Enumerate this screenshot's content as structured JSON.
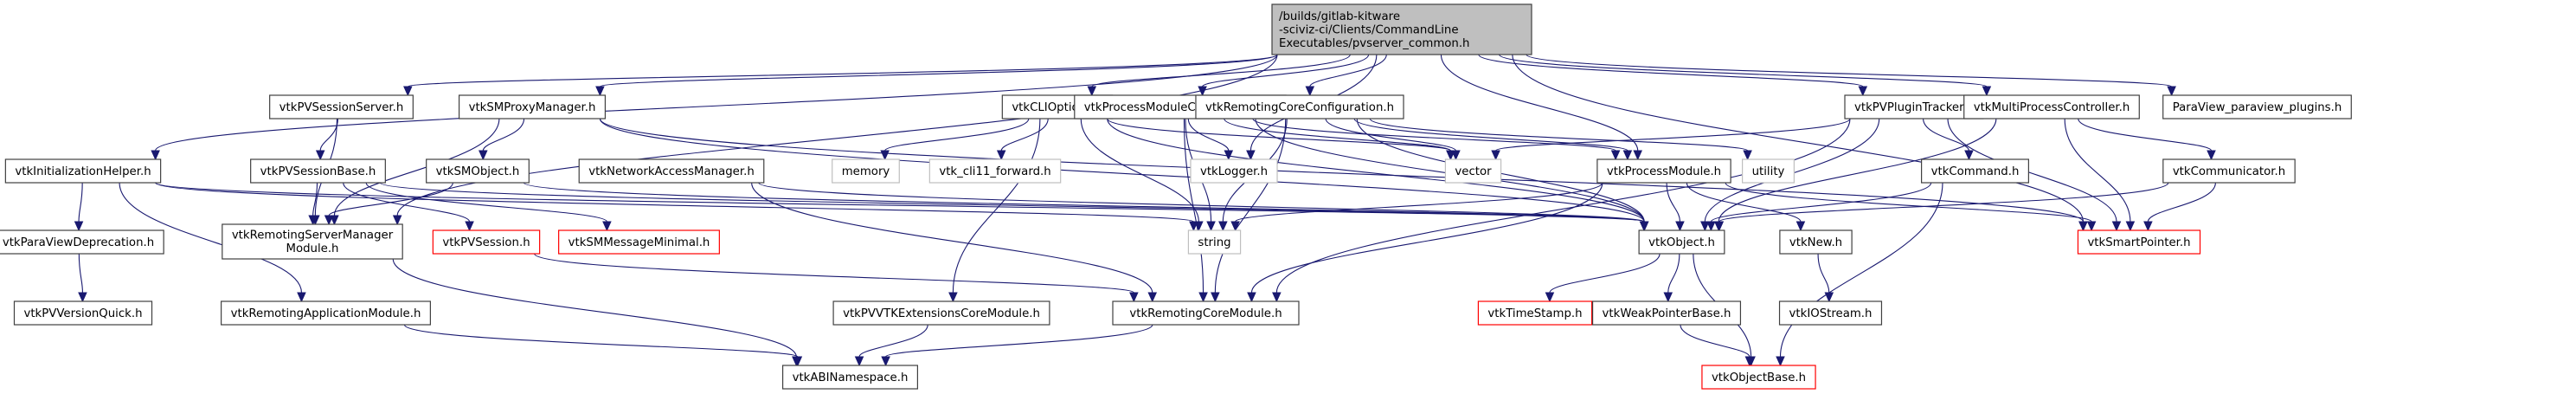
{
  "diagram": {
    "type": "include-dependency-graph",
    "root": "root",
    "styles": {
      "root": {
        "fill": "#bfbfbf",
        "stroke": "#404040"
      },
      "normal": {
        "fill": "#ffffff",
        "stroke": "#404040"
      },
      "truncated": {
        "fill": "#ffffff",
        "stroke": "#ff0000"
      },
      "external": {
        "fill": "#ffffff",
        "stroke": "#bfbfbf"
      },
      "edge_color": "#191970"
    },
    "nodes": [
      {
        "id": "root",
        "lines": [
          "/builds/gitlab-kitware",
          "-sciviz-ci/Clients/CommandLine",
          "Executables/pvserver_common.h"
        ],
        "kind": "root"
      },
      {
        "id": "vtkInitializationHelper",
        "lines": [
          "vtkInitializationHelper.h"
        ],
        "kind": "normal"
      },
      {
        "id": "vtkPVSessionServer",
        "lines": [
          "vtkPVSessionServer.h"
        ],
        "kind": "normal"
      },
      {
        "id": "vtkSMProxyManager",
        "lines": [
          "vtkSMProxyManager.h"
        ],
        "kind": "normal"
      },
      {
        "id": "vtkCLIOptions",
        "lines": [
          "vtkCLIOptions.h"
        ],
        "kind": "normal"
      },
      {
        "id": "vtkProcessModuleConfiguration",
        "lines": [
          "vtkProcessModuleConfiguration.h"
        ],
        "kind": "normal"
      },
      {
        "id": "vtkRemotingCoreConfiguration",
        "lines": [
          "vtkRemotingCoreConfiguration.h"
        ],
        "kind": "normal"
      },
      {
        "id": "vtkPVPluginTracker",
        "lines": [
          "vtkPVPluginTracker.h"
        ],
        "kind": "normal"
      },
      {
        "id": "vtkMultiProcessController",
        "lines": [
          "vtkMultiProcessController.h"
        ],
        "kind": "normal"
      },
      {
        "id": "ParaView_paraview_plugins",
        "lines": [
          "ParaView_paraview_plugins.h"
        ],
        "kind": "normal"
      },
      {
        "id": "vtkPVSessionBase",
        "lines": [
          "vtkPVSessionBase.h"
        ],
        "kind": "normal"
      },
      {
        "id": "vtkSMObject",
        "lines": [
          "vtkSMObject.h"
        ],
        "kind": "normal"
      },
      {
        "id": "vtkNetworkAccessManager",
        "lines": [
          "vtkNetworkAccessManager.h"
        ],
        "kind": "normal"
      },
      {
        "id": "memory",
        "lines": [
          "memory"
        ],
        "kind": "external"
      },
      {
        "id": "vtk_cli11_forward",
        "lines": [
          "vtk_cli11_forward.h"
        ],
        "kind": "external"
      },
      {
        "id": "vtkLogger",
        "lines": [
          "vtkLogger.h"
        ],
        "kind": "external"
      },
      {
        "id": "vector",
        "lines": [
          "vector"
        ],
        "kind": "external"
      },
      {
        "id": "vtkProcessModule",
        "lines": [
          "vtkProcessModule.h"
        ],
        "kind": "normal"
      },
      {
        "id": "utility",
        "lines": [
          "utility"
        ],
        "kind": "external"
      },
      {
        "id": "vtkCommand",
        "lines": [
          "vtkCommand.h"
        ],
        "kind": "normal"
      },
      {
        "id": "vtkCommunicator",
        "lines": [
          "vtkCommunicator.h"
        ],
        "kind": "normal"
      },
      {
        "id": "vtkParaViewDeprecation",
        "lines": [
          "vtkParaViewDeprecation.h"
        ],
        "kind": "normal"
      },
      {
        "id": "vtkRemotingServerManagerModule",
        "lines": [
          "vtkRemotingServerManager",
          "Module.h"
        ],
        "kind": "normal"
      },
      {
        "id": "vtkPVSession",
        "lines": [
          "vtkPVSession.h"
        ],
        "kind": "truncated"
      },
      {
        "id": "vtkSMMessageMinimal",
        "lines": [
          "vtkSMMessageMinimal.h"
        ],
        "kind": "truncated"
      },
      {
        "id": "string",
        "lines": [
          "string"
        ],
        "kind": "external"
      },
      {
        "id": "vtkObject",
        "lines": [
          "vtkObject.h"
        ],
        "kind": "normal"
      },
      {
        "id": "vtkNew",
        "lines": [
          "vtkNew.h"
        ],
        "kind": "normal"
      },
      {
        "id": "vtkSmartPointer",
        "lines": [
          "vtkSmartPointer.h"
        ],
        "kind": "truncated"
      },
      {
        "id": "vtkPVVersionQuick",
        "lines": [
          "vtkPVVersionQuick.h"
        ],
        "kind": "normal"
      },
      {
        "id": "vtkRemotingApplicationModule",
        "lines": [
          "vtkRemotingApplicationModule.h"
        ],
        "kind": "normal"
      },
      {
        "id": "vtkPVVTKExtensionsCoreModule",
        "lines": [
          "vtkPVVTKExtensionsCoreModule.h"
        ],
        "kind": "normal"
      },
      {
        "id": "vtkRemotingCoreModule",
        "lines": [
          "vtkRemotingCoreModule.h"
        ],
        "kind": "normal"
      },
      {
        "id": "vtkTimeStamp",
        "lines": [
          "vtkTimeStamp.h"
        ],
        "kind": "truncated"
      },
      {
        "id": "vtkWeakPointerBase",
        "lines": [
          "vtkWeakPointerBase.h"
        ],
        "kind": "normal"
      },
      {
        "id": "vtkIOStream",
        "lines": [
          "vtkIOStream.h"
        ],
        "kind": "normal"
      },
      {
        "id": "vtkABINamespace",
        "lines": [
          "vtkABINamespace.h"
        ],
        "kind": "normal"
      },
      {
        "id": "vtkObjectBase",
        "lines": [
          "vtkObjectBase.h"
        ],
        "kind": "truncated"
      }
    ],
    "edges": [
      [
        "root",
        "vtkInitializationHelper"
      ],
      [
        "root",
        "vtkPVSessionServer"
      ],
      [
        "root",
        "vtkSMProxyManager"
      ],
      [
        "root",
        "vtkCLIOptions"
      ],
      [
        "root",
        "vtkProcessModuleConfiguration"
      ],
      [
        "root",
        "vtkRemotingCoreConfiguration"
      ],
      [
        "root",
        "vtkPVPluginTracker"
      ],
      [
        "root",
        "vtkMultiProcessController"
      ],
      [
        "root",
        "ParaView_paraview_plugins"
      ],
      [
        "root",
        "vtkLogger"
      ],
      [
        "root",
        "vtkProcessModule"
      ],
      [
        "root",
        "vtkSmartPointer"
      ],
      [
        "root",
        "vtkRemotingServerManagerModule"
      ],
      [
        "vtkInitializationHelper",
        "vtkParaViewDeprecation"
      ],
      [
        "vtkInitializationHelper",
        "vtkRemotingApplicationModule"
      ],
      [
        "vtkInitializationHelper",
        "vtkObject"
      ],
      [
        "vtkInitializationHelper",
        "string"
      ],
      [
        "vtkParaViewDeprecation",
        "vtkPVVersionQuick"
      ],
      [
        "vtkRemotingApplicationModule",
        "vtkABINamespace"
      ],
      [
        "vtkPVSessionServer",
        "vtkPVSessionBase"
      ],
      [
        "vtkPVSessionServer",
        "vtkRemotingServerManagerModule"
      ],
      [
        "vtkSMProxyManager",
        "vtkSMObject"
      ],
      [
        "vtkSMProxyManager",
        "vtkRemotingServerManagerModule"
      ],
      [
        "vtkSMProxyManager",
        "vtkObject"
      ],
      [
        "vtkSMProxyManager",
        "vtkSmartPointer"
      ],
      [
        "vtkPVSessionBase",
        "vtkRemotingServerManagerModule"
      ],
      [
        "vtkPVSessionBase",
        "vtkPVSession"
      ],
      [
        "vtkPVSessionBase",
        "vtkSMMessageMinimal"
      ],
      [
        "vtkPVSessionBase",
        "vtkObject"
      ],
      [
        "vtkSMObject",
        "vtkRemotingServerManagerModule"
      ],
      [
        "vtkSMObject",
        "vtkObject"
      ],
      [
        "vtkRemotingServerManagerModule",
        "vtkABINamespace"
      ],
      [
        "vtkPVSession",
        "vtkRemotingCoreModule"
      ],
      [
        "vtkNetworkAccessManager",
        "vtkObject"
      ],
      [
        "vtkNetworkAccessManager",
        "vtkRemotingCoreModule"
      ],
      [
        "vtkCLIOptions",
        "memory"
      ],
      [
        "vtkCLIOptions",
        "vtk_cli11_forward"
      ],
      [
        "vtkCLIOptions",
        "vector"
      ],
      [
        "vtkCLIOptions",
        "string"
      ],
      [
        "vtkCLIOptions",
        "vtkObject"
      ],
      [
        "vtkCLIOptions",
        "vtkPVVTKExtensionsCoreModule"
      ],
      [
        "vtkPVVTKExtensionsCoreModule",
        "vtkABINamespace"
      ],
      [
        "vtkProcessModuleConfiguration",
        "vtkLogger"
      ],
      [
        "vtkProcessModuleConfiguration",
        "vector"
      ],
      [
        "vtkProcessModuleConfiguration",
        "string"
      ],
      [
        "vtkProcessModuleConfiguration",
        "vtkProcessModule"
      ],
      [
        "vtkProcessModuleConfiguration",
        "vtkObject"
      ],
      [
        "vtkProcessModuleConfiguration",
        "vtkRemotingCoreModule"
      ],
      [
        "vtkRemotingCoreConfiguration",
        "vector"
      ],
      [
        "vtkRemotingCoreConfiguration",
        "string"
      ],
      [
        "vtkRemotingCoreConfiguration",
        "utility"
      ],
      [
        "vtkRemotingCoreConfiguration",
        "vtkObject"
      ],
      [
        "vtkRemotingCoreConfiguration",
        "vtkRemotingCoreModule"
      ],
      [
        "vtkRemotingCoreConfiguration",
        "vtkProcessModule"
      ],
      [
        "vtkProcessModule",
        "vtkObject"
      ],
      [
        "vtkProcessModule",
        "vtkNew"
      ],
      [
        "vtkProcessModule",
        "vtkSmartPointer"
      ],
      [
        "vtkProcessModule",
        "string"
      ],
      [
        "vtkProcessModule",
        "vtkRemotingCoreModule"
      ],
      [
        "vtkPVPluginTracker",
        "vector"
      ],
      [
        "vtkPVPluginTracker",
        "vtkCommand"
      ],
      [
        "vtkPVPluginTracker",
        "vtkObject"
      ],
      [
        "vtkPVPluginTracker",
        "vtkSmartPointer"
      ],
      [
        "vtkPVPluginTracker",
        "vtkRemotingCoreModule"
      ],
      [
        "vtkCommand",
        "vtkObject"
      ],
      [
        "vtkCommand",
        "vtkObjectBase"
      ],
      [
        "vtkMultiProcessController",
        "vtkCommunicator"
      ],
      [
        "vtkMultiProcessController",
        "vtkObject"
      ],
      [
        "vtkMultiProcessController",
        "vtkSmartPointer"
      ],
      [
        "vtkCommunicator",
        "vtkObject"
      ],
      [
        "vtkCommunicator",
        "vtkSmartPointer"
      ],
      [
        "vtkObject",
        "vtkTimeStamp"
      ],
      [
        "vtkObject",
        "vtkWeakPointerBase"
      ],
      [
        "vtkObject",
        "vtkObjectBase"
      ],
      [
        "vtkNew",
        "vtkIOStream"
      ],
      [
        "vtkWeakPointerBase",
        "vtkObjectBase"
      ],
      [
        "vtkRemotingCoreModule",
        "vtkABINamespace"
      ]
    ]
  }
}
